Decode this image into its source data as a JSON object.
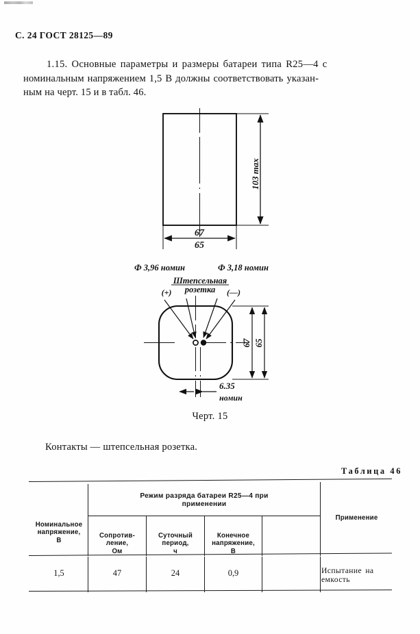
{
  "header": {
    "text": "С. 24 ГОСТ 28125—89"
  },
  "intro": {
    "line1": "1.15. Основные параметры и размеры батареи типа R25—4  с",
    "line2": "номинальным напряжением 1,5 В должны соответствовать указан-",
    "line3": "ным на черт. 15 и в табл. 46."
  },
  "figure": {
    "caption": "Черт. 15",
    "front_view": {
      "height_label": "103 max",
      "width_top_label": "67",
      "width_bottom_label": "65"
    },
    "top_view": {
      "diameter_left": "Ф 3,96 номин",
      "diameter_right": "Ф 3,18 номин",
      "socket_label_line1": "Штепсельная",
      "socket_label_line2": "розетка",
      "polarity_positive": "(+)",
      "polarity_negative": "(—)",
      "depth_outer_label": "65",
      "depth_inner_label": "67",
      "pitch_value": "6.35",
      "pitch_note": "номин"
    }
  },
  "contacts_note": "Контакты — штепсельная розетка.",
  "table": {
    "caption": "Таблица 46",
    "spanning_header": {
      "line1": "Режим  разряда  батареи   R25—4  при",
      "line2": "применении"
    },
    "columns": [
      {
        "id": "nominal-voltage",
        "lines": [
          "Номинальное",
          "напряжение,",
          "В"
        ]
      },
      {
        "id": "resistance",
        "lines": [
          "Сопротив-",
          "ление,",
          "Ом"
        ]
      },
      {
        "id": "daily-period",
        "lines": [
          "Суточный",
          "период,",
          "ч"
        ]
      },
      {
        "id": "final-voltage",
        "lines": [
          "Конечное",
          "напряжение,",
          "В"
        ]
      },
      {
        "id": "application",
        "lines": [
          "Применение"
        ]
      }
    ],
    "rows": [
      {
        "nominal_voltage": "1,5",
        "resistance": "47",
        "daily_period": "24",
        "final_voltage": "0,9",
        "application": "Испытание  на  емкость"
      }
    ]
  }
}
